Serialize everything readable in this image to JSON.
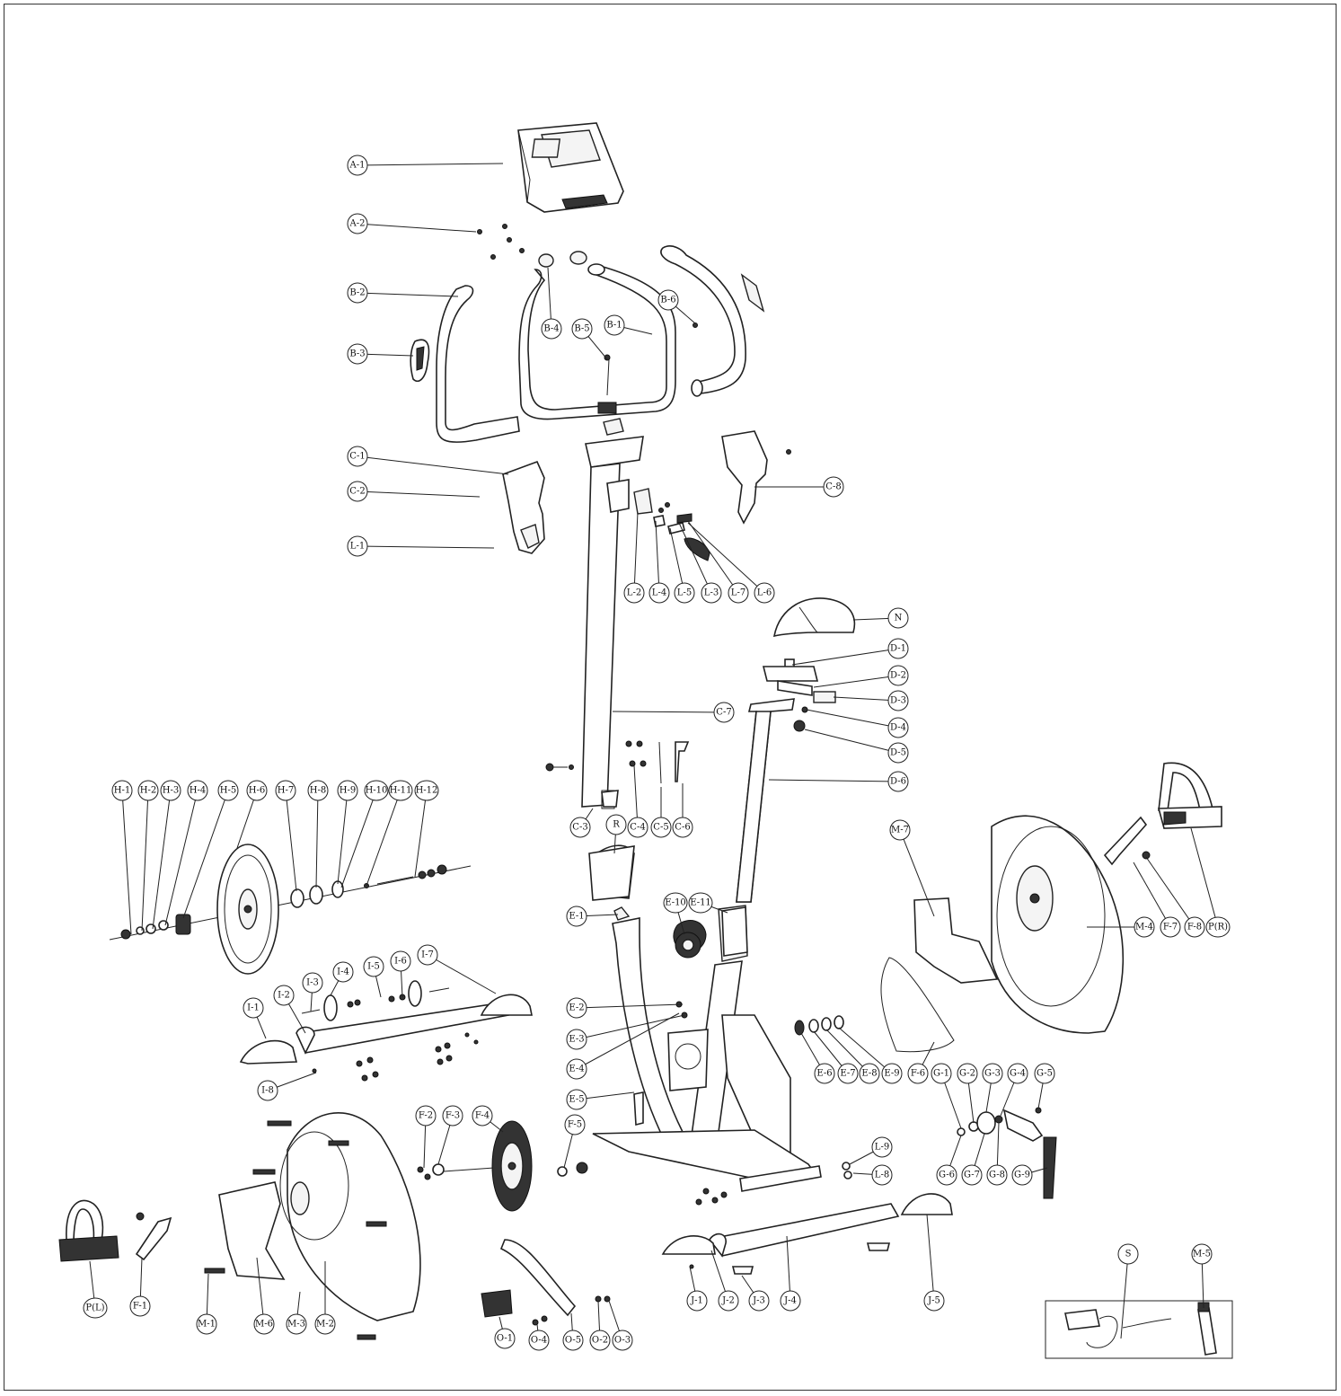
{
  "title": "",
  "colors": {
    "line": "#222222",
    "background": "#ffffff"
  },
  "labels": [
    {
      "id": "A-1",
      "text": "A-1"
    },
    {
      "id": "A-2",
      "text": "A-2"
    },
    {
      "id": "B-2",
      "text": "B-2"
    },
    {
      "id": "B-3",
      "text": "B-3"
    },
    {
      "id": "B-4",
      "text": "B-4"
    },
    {
      "id": "B-5",
      "text": "B-5"
    },
    {
      "id": "B-1",
      "text": "B-1"
    },
    {
      "id": "B-6",
      "text": "B-6"
    },
    {
      "id": "C-1",
      "text": "C-1"
    },
    {
      "id": "C-2",
      "text": "C-2"
    },
    {
      "id": "L-1",
      "text": "L-1"
    },
    {
      "id": "C-8",
      "text": "C-8"
    },
    {
      "id": "L-2",
      "text": "L-2"
    },
    {
      "id": "L-4",
      "text": "L-4"
    },
    {
      "id": "L-5",
      "text": "L-5"
    },
    {
      "id": "L-3",
      "text": "L-3"
    },
    {
      "id": "L-7",
      "text": "L-7"
    },
    {
      "id": "L-6",
      "text": "L-6"
    },
    {
      "id": "N",
      "text": "N"
    },
    {
      "id": "D-1",
      "text": "D-1"
    },
    {
      "id": "D-2",
      "text": "D-2"
    },
    {
      "id": "D-3",
      "text": "D-3"
    },
    {
      "id": "D-4",
      "text": "D-4"
    },
    {
      "id": "D-5",
      "text": "D-5"
    },
    {
      "id": "C-7",
      "text": "C-7"
    },
    {
      "id": "D-6",
      "text": "D-6"
    },
    {
      "id": "H-1",
      "text": "H-1"
    },
    {
      "id": "H-2",
      "text": "H-2"
    },
    {
      "id": "H-3",
      "text": "H-3"
    },
    {
      "id": "H-4",
      "text": "H-4"
    },
    {
      "id": "H-5",
      "text": "H-5"
    },
    {
      "id": "H-6",
      "text": "H-6"
    },
    {
      "id": "H-7",
      "text": "H-7"
    },
    {
      "id": "H-8",
      "text": "H-8"
    },
    {
      "id": "H-9",
      "text": "H-9"
    },
    {
      "id": "H-10",
      "text": "H-10"
    },
    {
      "id": "H-11",
      "text": "H-11"
    },
    {
      "id": "H-12",
      "text": "H-12"
    },
    {
      "id": "C-3",
      "text": "C-3"
    },
    {
      "id": "R",
      "text": "R"
    },
    {
      "id": "C-4",
      "text": "C-4"
    },
    {
      "id": "C-5",
      "text": "C-5"
    },
    {
      "id": "C-6",
      "text": "C-6"
    },
    {
      "id": "M-7",
      "text": "M-7"
    },
    {
      "id": "M-4",
      "text": "M-4"
    },
    {
      "id": "F-7",
      "text": "F-7"
    },
    {
      "id": "F-8",
      "text": "F-8"
    },
    {
      "id": "PR",
      "text": "P(R)"
    },
    {
      "id": "E-1",
      "text": "E-1"
    },
    {
      "id": "E-10",
      "text": "E-10"
    },
    {
      "id": "E-11",
      "text": "E-11"
    },
    {
      "id": "I-3",
      "text": "I-3"
    },
    {
      "id": "I-4",
      "text": "I-4"
    },
    {
      "id": "I-5",
      "text": "I-5"
    },
    {
      "id": "I-6",
      "text": "I-6"
    },
    {
      "id": "I-7",
      "text": "I-7"
    },
    {
      "id": "I-1",
      "text": "I-1"
    },
    {
      "id": "I-2",
      "text": "I-2"
    },
    {
      "id": "I-8",
      "text": "I-8"
    },
    {
      "id": "E-2",
      "text": "E-2"
    },
    {
      "id": "E-3",
      "text": "E-3"
    },
    {
      "id": "E-4",
      "text": "E-4"
    },
    {
      "id": "E-5",
      "text": "E-5"
    },
    {
      "id": "E-6",
      "text": "E-6"
    },
    {
      "id": "E-7",
      "text": "E-7"
    },
    {
      "id": "E-8",
      "text": "E-8"
    },
    {
      "id": "E-9",
      "text": "E-9"
    },
    {
      "id": "F-6",
      "text": "F-6"
    },
    {
      "id": "G-1",
      "text": "G-1"
    },
    {
      "id": "G-2",
      "text": "G-2"
    },
    {
      "id": "G-3",
      "text": "G-3"
    },
    {
      "id": "G-4",
      "text": "G-4"
    },
    {
      "id": "G-5",
      "text": "G-5"
    },
    {
      "id": "G-6",
      "text": "G-6"
    },
    {
      "id": "G-7",
      "text": "G-7"
    },
    {
      "id": "G-8",
      "text": "G-8"
    },
    {
      "id": "G-9",
      "text": "G-9"
    },
    {
      "id": "F-2",
      "text": "F-2"
    },
    {
      "id": "F-3",
      "text": "F-3"
    },
    {
      "id": "F-4",
      "text": "F-4"
    },
    {
      "id": "F-5",
      "text": "F-5"
    },
    {
      "id": "L-9",
      "text": "L-9"
    },
    {
      "id": "L-8",
      "text": "L-8"
    },
    {
      "id": "PL",
      "text": "P(L)"
    },
    {
      "id": "F-1",
      "text": "F-1"
    },
    {
      "id": "M-1",
      "text": "M-1"
    },
    {
      "id": "M-6",
      "text": "M-6"
    },
    {
      "id": "M-3",
      "text": "M-3"
    },
    {
      "id": "M-2",
      "text": "M-2"
    },
    {
      "id": "O-1",
      "text": "O-1"
    },
    {
      "id": "O-4",
      "text": "O-4"
    },
    {
      "id": "O-5",
      "text": "O-5"
    },
    {
      "id": "O-2",
      "text": "O-2"
    },
    {
      "id": "O-3",
      "text": "O-3"
    },
    {
      "id": "J-1",
      "text": "J-1"
    },
    {
      "id": "J-2",
      "text": "J-2"
    },
    {
      "id": "J-3",
      "text": "J-3"
    },
    {
      "id": "J-4",
      "text": "J-4"
    },
    {
      "id": "J-5",
      "text": "J-5"
    },
    {
      "id": "S",
      "text": "S"
    },
    {
      "id": "M-5",
      "text": "M-5"
    }
  ]
}
